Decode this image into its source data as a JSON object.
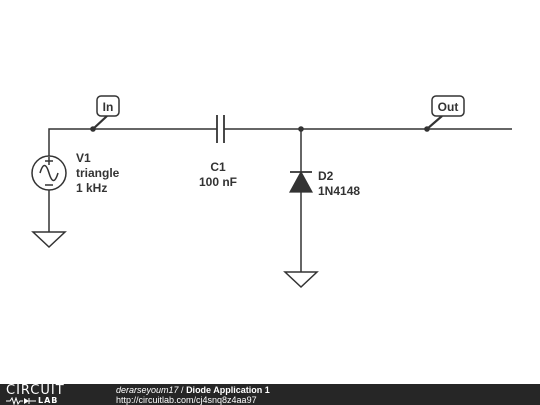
{
  "schematic": {
    "probes": {
      "in": "In",
      "out": "Out"
    },
    "source": {
      "name": "V1",
      "waveform": "triangle",
      "frequency": "1 kHz"
    },
    "capacitor": {
      "name": "C1",
      "value": "100 nF"
    },
    "diode": {
      "name": "D2",
      "part": "1N4148"
    }
  },
  "footer": {
    "logo_top": "CIRCUIT",
    "logo_bottom": "LAB",
    "author": "derarseyoum17",
    "separator": " / ",
    "title": "Diode Application 1",
    "url": "http://circuitlab.com/cj4snq8z4aa97"
  },
  "colors": {
    "wire": "#333333",
    "footer_bg": "#262626",
    "background": "#ffffff"
  }
}
